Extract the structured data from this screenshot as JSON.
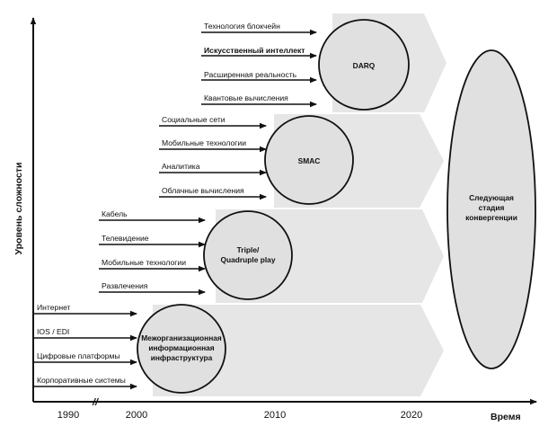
{
  "axes": {
    "y_label": "Уровень сложности",
    "x_label": "Время",
    "years": [
      "1990",
      "2000",
      "2010",
      "2020"
    ],
    "break_mark": "//"
  },
  "stages": [
    {
      "name": "DARQ",
      "items": [
        "Технология блокчейн",
        "Искусственный интеллект",
        "Расширенная реальность",
        "Квантовые вычисления"
      ]
    },
    {
      "name": "SMAC",
      "items": [
        "Социальные сети",
        "Мобильные технологии",
        "Аналитика",
        "Облачные вычисления"
      ]
    },
    {
      "name_lines": [
        "Triple/",
        "Quadruple play"
      ],
      "items": [
        "Кабель",
        "Телевидение",
        "Мобильные технологии",
        "Развлечения"
      ]
    },
    {
      "name_lines": [
        "Межорганизационная",
        "информационная",
        "инфраструктура"
      ],
      "items": [
        "Интернет",
        "IOS / EDI",
        "Цифровые платформы",
        "Корпоративные системы"
      ]
    }
  ],
  "final_stage": {
    "lines": [
      "Следующая",
      "стадия",
      "конвергенции"
    ]
  },
  "colors": {
    "band": "#e6e6e6",
    "circle": "#e0e0e0",
    "ink": "#111111"
  }
}
